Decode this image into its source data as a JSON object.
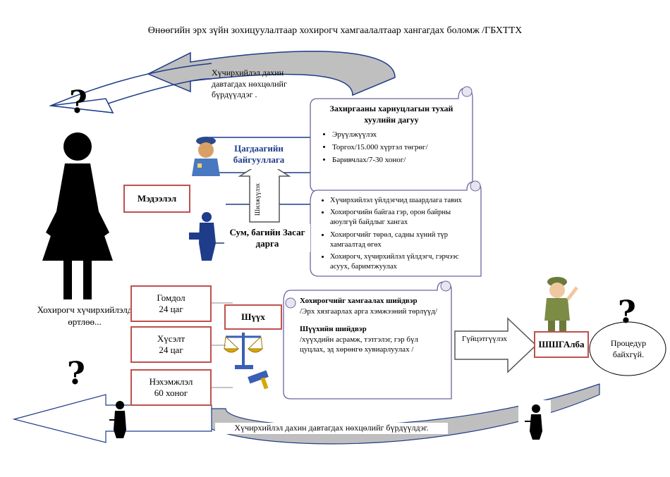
{
  "title": "Өнөөгийн эрх зүйн зохицуулалтаар хохирогч хамгаалалтаар хангагдах боломж  /ГБХТТХ",
  "top_note": "Хүчирхийлэл  дахин давтагдах нөхцөлийг бүрдүүлдэг .",
  "bottom_note": "Хүчирхийлэл  дахин давтагдах нөхцөлийг бүрдүүлдэг.",
  "victim_label": "Хохирогч хүчирхийлэлд өртлөө...",
  "info_label": "Мэдээлэл",
  "police_label": "Цагдаагийн байгууллага",
  "governor_label": "Сум, багийн Засаг дарга",
  "arrow_up_label": "Шилжүүлэх",
  "court_label": "Шүүх",
  "shshg_label": "ШШГАлба",
  "enforce_label": "Гүйцэтгүүлэх",
  "no_procedure_label": "Процедур байхгүй.",
  "complaint": {
    "label": "Гомдол",
    "time": "24 цаг"
  },
  "request": {
    "label": "Хүсэлт",
    "time": "24 цаг"
  },
  "claim": {
    "label": "Нэхэмжлэл",
    "time": "60 хоног"
  },
  "scroll_admin": {
    "title": "Захиргааны хариуцлагын тухай хуулийн дагуу",
    "items": [
      "Эрүүлжүүлэх",
      "Торгох/15.000 хүртэл төгрөг/",
      "Баривчлах/7-30 хоног/"
    ]
  },
  "scroll_governor": {
    "items": [
      "Хүчирхийлэл үйлдэгчид шаардлага тавих",
      "Хохирогчийн байгаа гэр, орон байрны аюулгүй байдлыг хангах",
      "Хохирогчийг төрөл, садны хүний түр хамгаалтад өгөх",
      "Хохирогч, хүчирхийлэл үйлдэгч, гэрчээс асуух, баримтжуулах"
    ]
  },
  "scroll_court": {
    "title": "Хохирогчийг хамгаалах шийдвэр",
    "subtitle": "/Эрх хязгаарлах арга хэмжээний төрлүүд/",
    "decision_title": "Шүүхийн шийдвэр",
    "decision_text": "/хүүхдийн асрамж, тэтгэлэг, гэр бүл цуцлах, эд хөрөнгө хувиарлуулах /"
  },
  "question_mark": "?"
}
